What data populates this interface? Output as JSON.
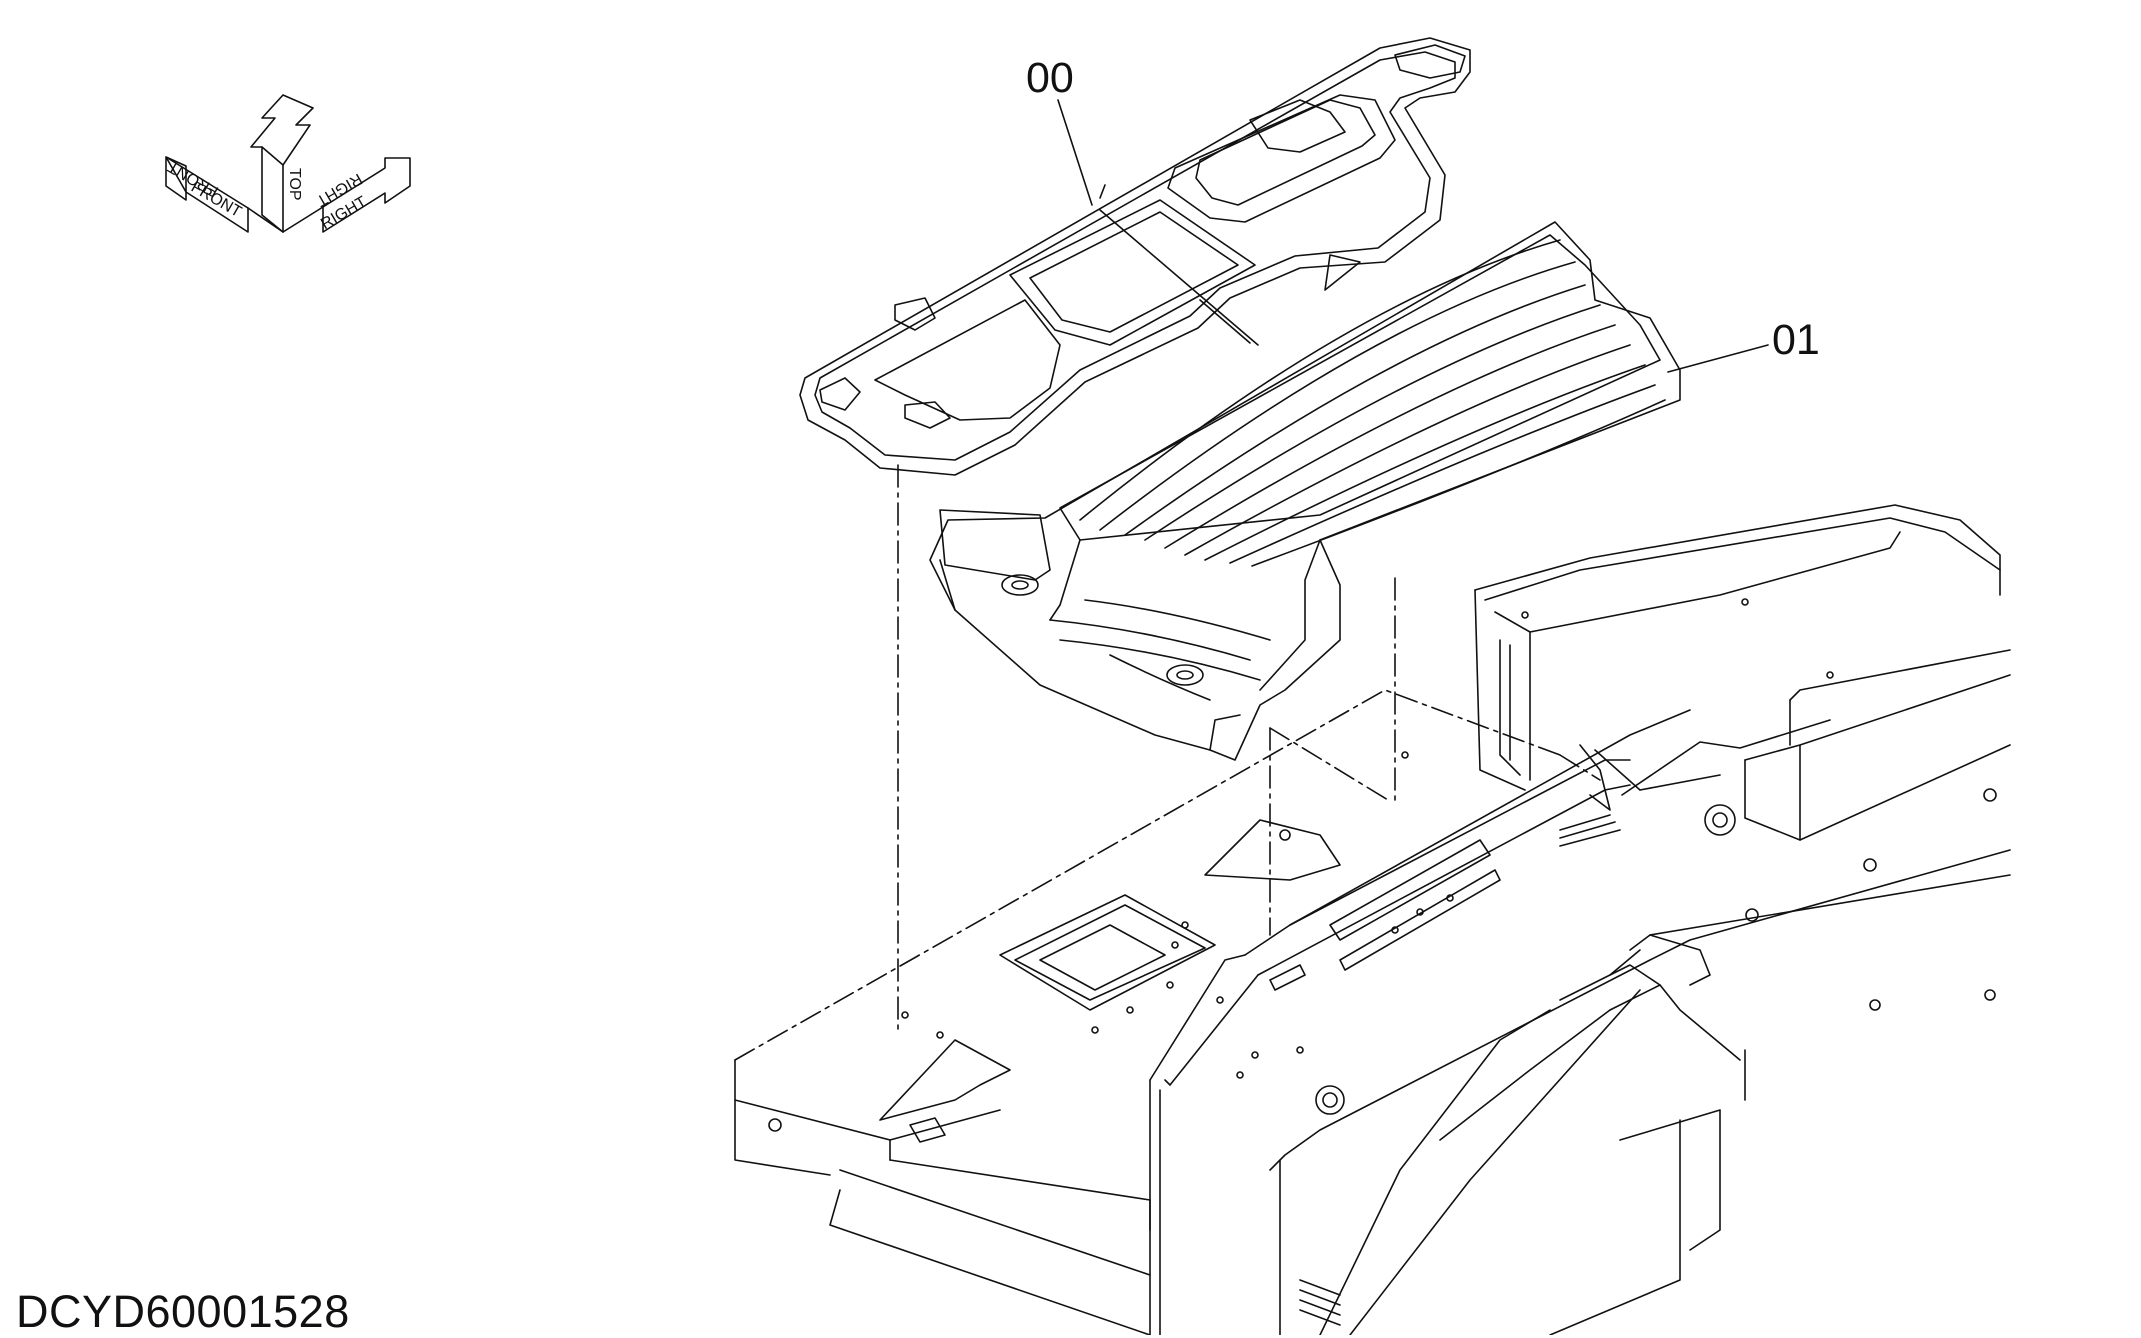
{
  "callouts": {
    "part_00": "00",
    "part_01": "01"
  },
  "drawing_id": "DCYD60001528",
  "orientation": {
    "front": "FRONT",
    "top": "TOP",
    "right": "RIGHT"
  },
  "colors": {
    "line": "#111111",
    "background": "#ffffff"
  }
}
